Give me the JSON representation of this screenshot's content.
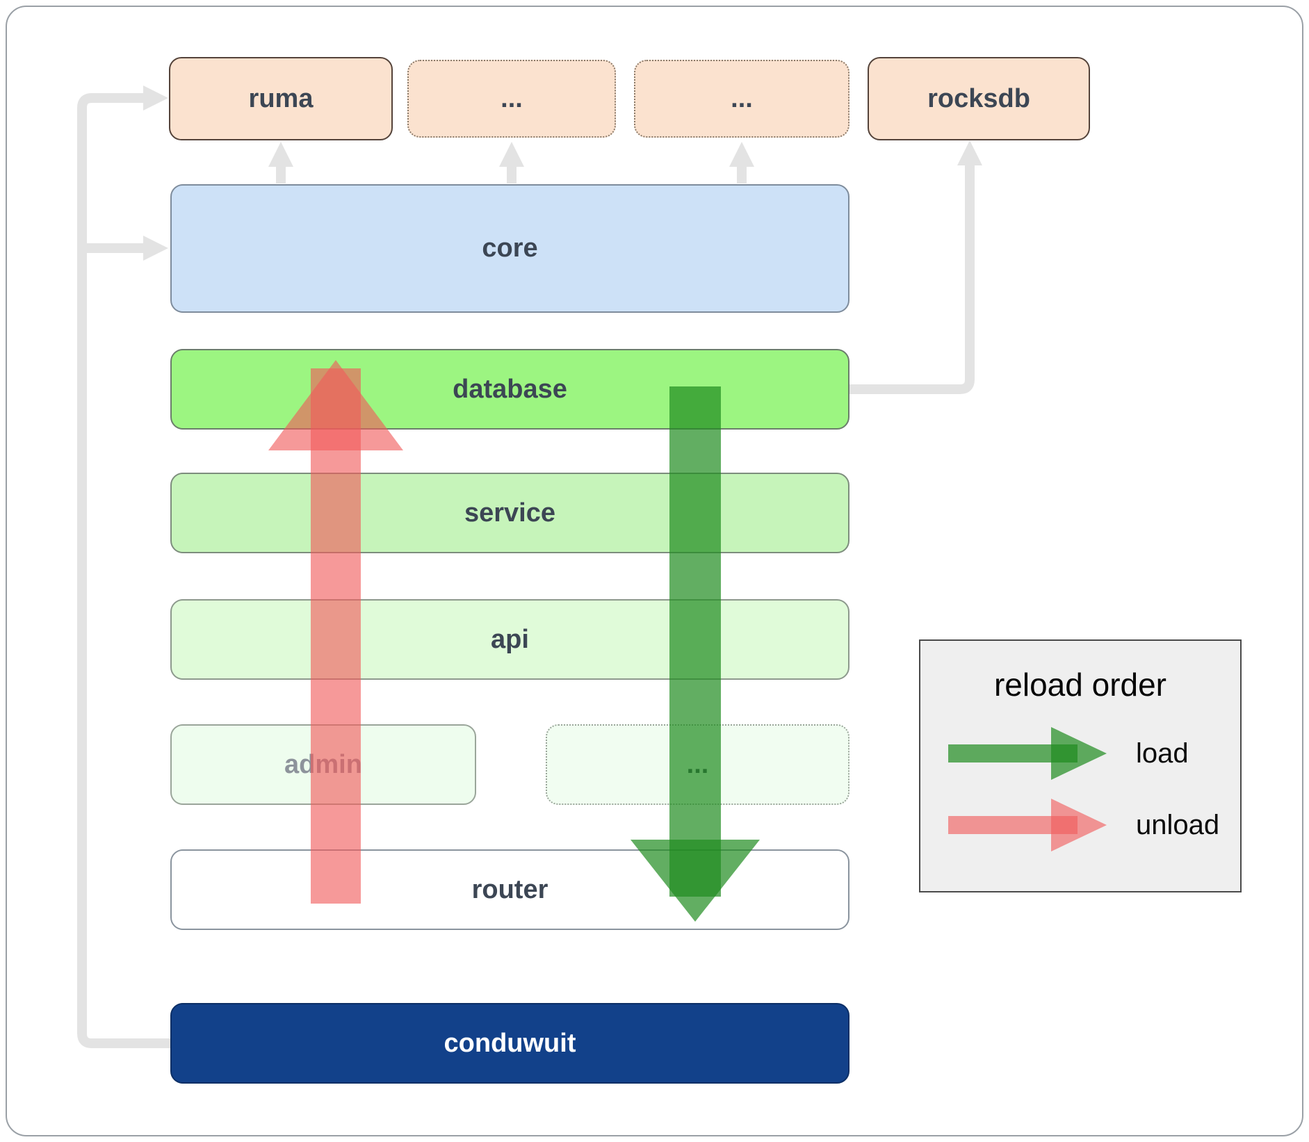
{
  "diagram": {
    "top_row": [
      {
        "label": "ruma"
      },
      {
        "label": "..."
      },
      {
        "label": "..."
      },
      {
        "label": "rocksdb"
      }
    ],
    "layers": {
      "core": "core",
      "database": "database",
      "service": "service",
      "api": "api",
      "admin": "admin",
      "modules": "...",
      "router": "router",
      "conduwuit": "conduwuit"
    }
  },
  "legend": {
    "title": "reload order",
    "items": [
      {
        "label": "load"
      },
      {
        "label": "unload"
      }
    ]
  },
  "colors": {
    "load": "#1f8b1f",
    "unload": "#f15b5b",
    "connector": "#e3e3e3",
    "peach": "#fbe2cf",
    "core_blue": "#cde1f7",
    "database_green": "#9cf581",
    "service_green": "#c6f4ba",
    "api_green": "#e0fbd9",
    "admin_green": "#eefdee",
    "conduwuit_navy": "#12418a"
  }
}
